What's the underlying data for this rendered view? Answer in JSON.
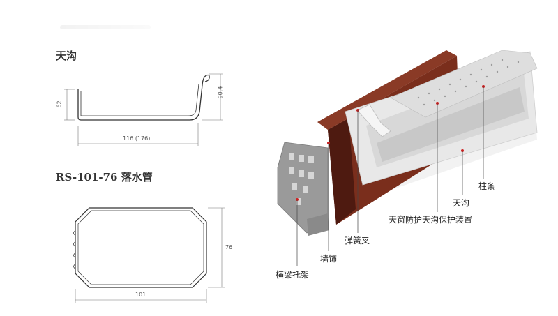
{
  "profile_gutter": {
    "title": "天沟",
    "dims": {
      "height_left": "62",
      "height_right": "90.4",
      "width": "116 (176)"
    }
  },
  "profile_downpipe": {
    "title": "RS-101-76 落水管",
    "dims": {
      "height": "76",
      "width": "101"
    }
  },
  "callouts": {
    "purlin": "柱条",
    "gutter": "天沟",
    "skylight_guard": "天窗防护天沟保护装置",
    "spring_fork": "弹簧叉",
    "wall_trim": "墙饰",
    "beam_bracket": "横梁托架"
  },
  "colors": {
    "beam": "#7a2e1c",
    "beam_dark": "#4e1a10",
    "gutter": "#e8e8e8",
    "bracket": "#9a9a9a",
    "marker": "#cc1f1f"
  }
}
